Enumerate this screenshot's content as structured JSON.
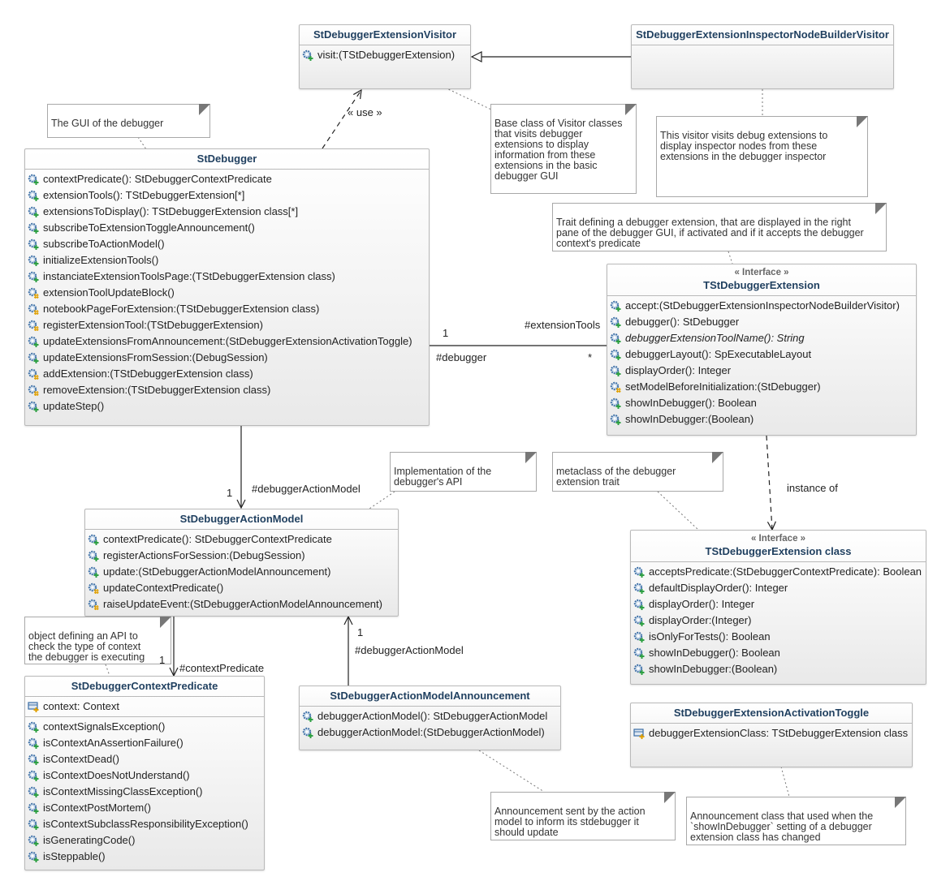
{
  "classes": {
    "visitor": {
      "name": "StDebuggerExtensionVisitor",
      "methods": [
        "visit:(TStDebuggerExtension)"
      ]
    },
    "inspector_visitor": {
      "name": "StDebuggerExtensionInspectorNodeBuilderVisitor",
      "methods": []
    },
    "debugger": {
      "name": "StDebugger",
      "methods": [
        "contextPredicate(): StDebuggerContextPredicate",
        "extensionTools(): TStDebuggerExtension[*]",
        "extensionsToDisplay(): TStDebuggerExtension class[*]",
        "subscribeToExtensionToggleAnnouncement()",
        "subscribeToActionModel()",
        "initializeExtensionTools()",
        "instanciateExtensionToolsPage:(TStDebuggerExtension class)",
        "extensionToolUpdateBlock()",
        "notebookPageForExtension:(TStDebuggerExtension class)",
        "registerExtensionTool:(TStDebuggerExtension)",
        "updateExtensionsFromAnnouncement:(StDebuggerExtensionActivationToggle)",
        "updateExtensionsFromSession:(DebugSession)",
        "addExtension:(TStDebuggerExtension class)",
        "removeExtension:(TStDebuggerExtension class)",
        "updateStep()"
      ]
    },
    "extension": {
      "stereotype": "« Interface »",
      "name": "TStDebuggerExtension",
      "methods": [
        "accept:(StDebuggerExtensionInspectorNodeBuilderVisitor)",
        "debugger(): StDebugger",
        "debuggerExtensionToolName(): String",
        "debuggerLayout(): SpExecutableLayout",
        "displayOrder(): Integer",
        "setModelBeforeInitialization:(StDebugger)",
        "showInDebugger(): Boolean",
        "showInDebugger:(Boolean)"
      ]
    },
    "action_model": {
      "name": "StDebuggerActionModel",
      "methods": [
        "contextPredicate(): StDebuggerContextPredicate",
        "registerActionsForSession:(DebugSession)",
        "update:(StDebuggerActionModelAnnouncement)",
        "updateContextPredicate()",
        "raiseUpdateEvent:(StDebuggerActionModelAnnouncement)"
      ]
    },
    "extension_class": {
      "stereotype": "« Interface »",
      "name": "TStDebuggerExtension class",
      "methods": [
        "acceptsPredicate:(StDebuggerContextPredicate): Boolean",
        "defaultDisplayOrder(): Integer",
        "displayOrder(): Integer",
        "displayOrder:(Integer)",
        "isOnlyForTests(): Boolean",
        "showInDebugger(): Boolean",
        "showInDebugger:(Boolean)"
      ]
    },
    "context_predicate": {
      "name": "StDebuggerContextPredicate",
      "attributes": [
        "context: Context"
      ],
      "methods": [
        "contextSignalsException()",
        "isContextAnAssertionFailure()",
        "isContextDead()",
        "isContextDoesNotUnderstand()",
        "isContextMissingClassException()",
        "isContextPostMortem()",
        "isContextSubclassResponsibilityException()",
        "isGeneratingCode()",
        "isSteppable()"
      ]
    },
    "announcement": {
      "name": "StDebuggerActionModelAnnouncement",
      "methods": [
        "debuggerActionModel(): StDebuggerActionModel",
        "debuggerActionModel:(StDebuggerActionModel)"
      ]
    },
    "toggle": {
      "name": "StDebuggerExtensionActivationToggle",
      "attributes": [
        "debuggerExtensionClass: TStDebuggerExtension class"
      ]
    }
  },
  "notes": {
    "gui": "The GUI of the debugger",
    "visitor_base": "Base class of Visitor classes that visits debugger extensions to display information from these extensions in the basic debugger GUI",
    "inspector_visitor": "This visitor visits debug extensions to display inspector nodes from these extensions in the debugger inspector",
    "trait": "Trait defining a debugger extension, that are displayed in the right pane of the debugger GUI, if activated and if it accepts the debugger context's predicate",
    "api_impl": "Implementation of the debugger's API",
    "metaclass": "metaclass of the debugger extension trait",
    "context_api": "object defining an API to check the type of context the debugger is executing",
    "announcement": "Announcement sent by the action model to inform its stdebugger it should update",
    "toggle": "Announcement class that used when the `showInDebugger` setting of a debugger extension class has changed"
  },
  "labels": {
    "use": "« use »",
    "mult_one_debugger": "1",
    "extension_tools": "#extensionTools",
    "debugger_role": "#debugger",
    "mult_star": "*",
    "mult_one_action": "1",
    "debugger_action_model": "#debuggerActionModel",
    "instance_of": "instance of",
    "mult_one_predicate": "1",
    "context_predicate_role": "#contextPredicate",
    "mult_one_announce": "1",
    "debugger_action_model_2": "#debuggerActionModel"
  },
  "method_markers": {
    "debugger": [
      "public",
      "public",
      "public",
      "public",
      "public",
      "public",
      "public",
      "protected",
      "protected",
      "protected",
      "public",
      "public",
      "protected",
      "protected",
      "public"
    ],
    "extension": [
      "public",
      "public",
      "abstract",
      "public",
      "public",
      "protected",
      "public",
      "public"
    ],
    "action_model": [
      "public",
      "public",
      "public",
      "protected",
      "protected"
    ],
    "extension_class": [
      "public",
      "public",
      "public",
      "public",
      "public",
      "public",
      "public"
    ],
    "context_predicate": [
      "public",
      "public",
      "public",
      "public",
      "public",
      "public",
      "public",
      "public",
      "public"
    ],
    "announcement": [
      "public",
      "public"
    ]
  },
  "colors": {
    "class_title": "#1f3f5f",
    "public_marker": "#2ea043",
    "protected_marker": "#e0a000",
    "gear": "#3b6ea5"
  }
}
